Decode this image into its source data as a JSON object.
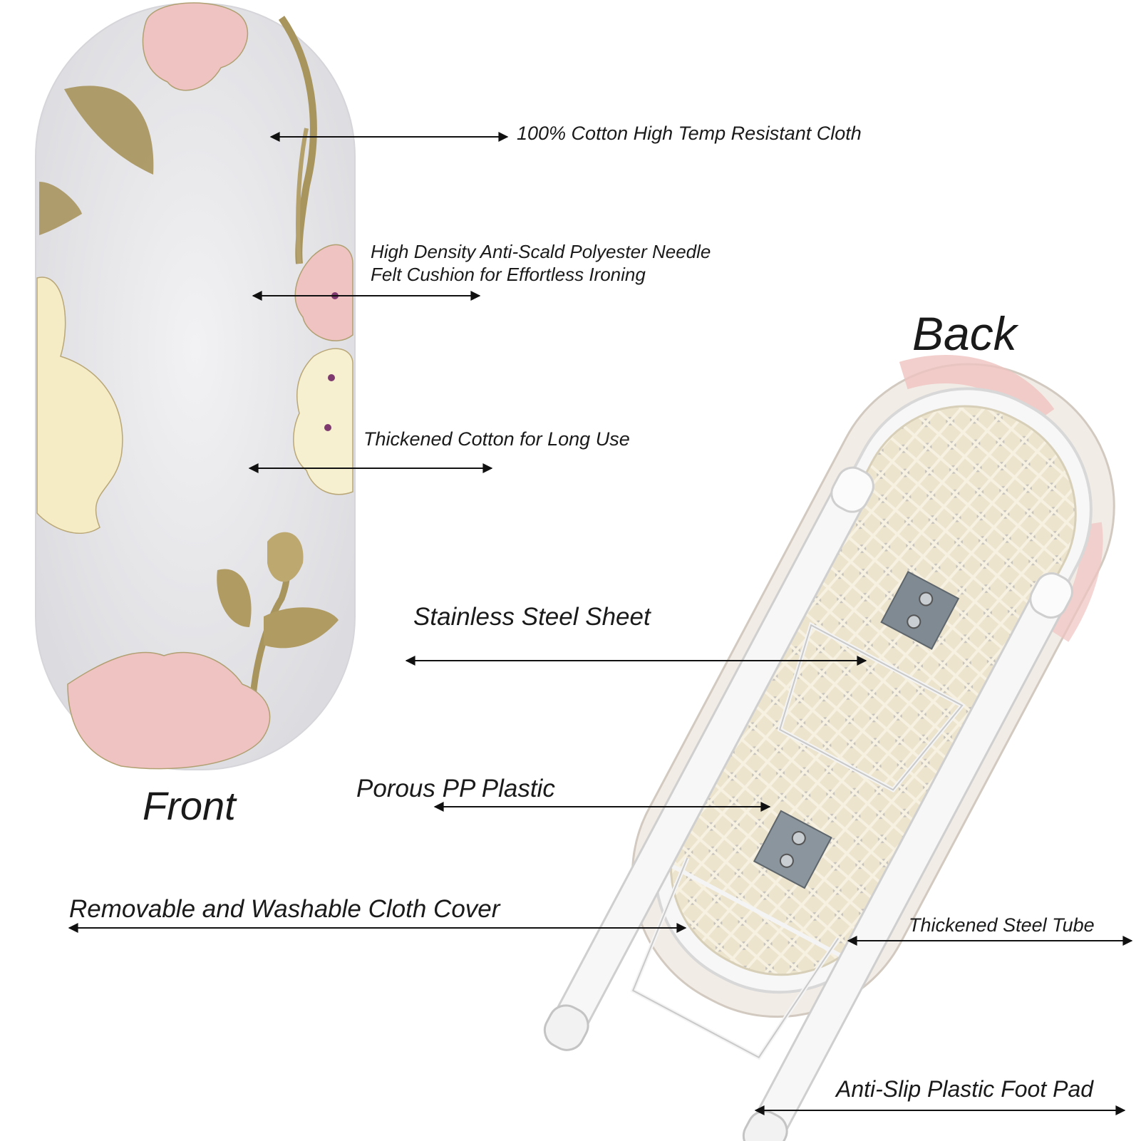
{
  "labels": {
    "cotton_cloth": "100% Cotton High Temp Resistant Cloth",
    "felt_cushion_line1": "High Density Anti-Scald Polyester Needle",
    "felt_cushion_line2": "Felt Cushion for Effortless Ironing",
    "thickened_cotton": "Thickened Cotton for Long Use",
    "steel_sheet": "Stainless Steel Sheet",
    "pp_plastic": "Porous PP Plastic",
    "cloth_cover": "Removable and Washable Cloth Cover",
    "steel_tube": "Thickened Steel Tube",
    "foot_pad": "Anti-Slip Plastic Foot Pad"
  },
  "views": {
    "front": "Front",
    "back": "Back"
  },
  "colors": {
    "cover_base": "#eeeef0",
    "petal_pink": "#efc3c1",
    "petal_cream": "#f5ecc6",
    "leaf_olive": "#a8955e",
    "plastic_base": "#ece3cd",
    "steel_sheet": "#7f8a93",
    "tube_white": "#f7f7f7",
    "arrow": "#111111"
  }
}
